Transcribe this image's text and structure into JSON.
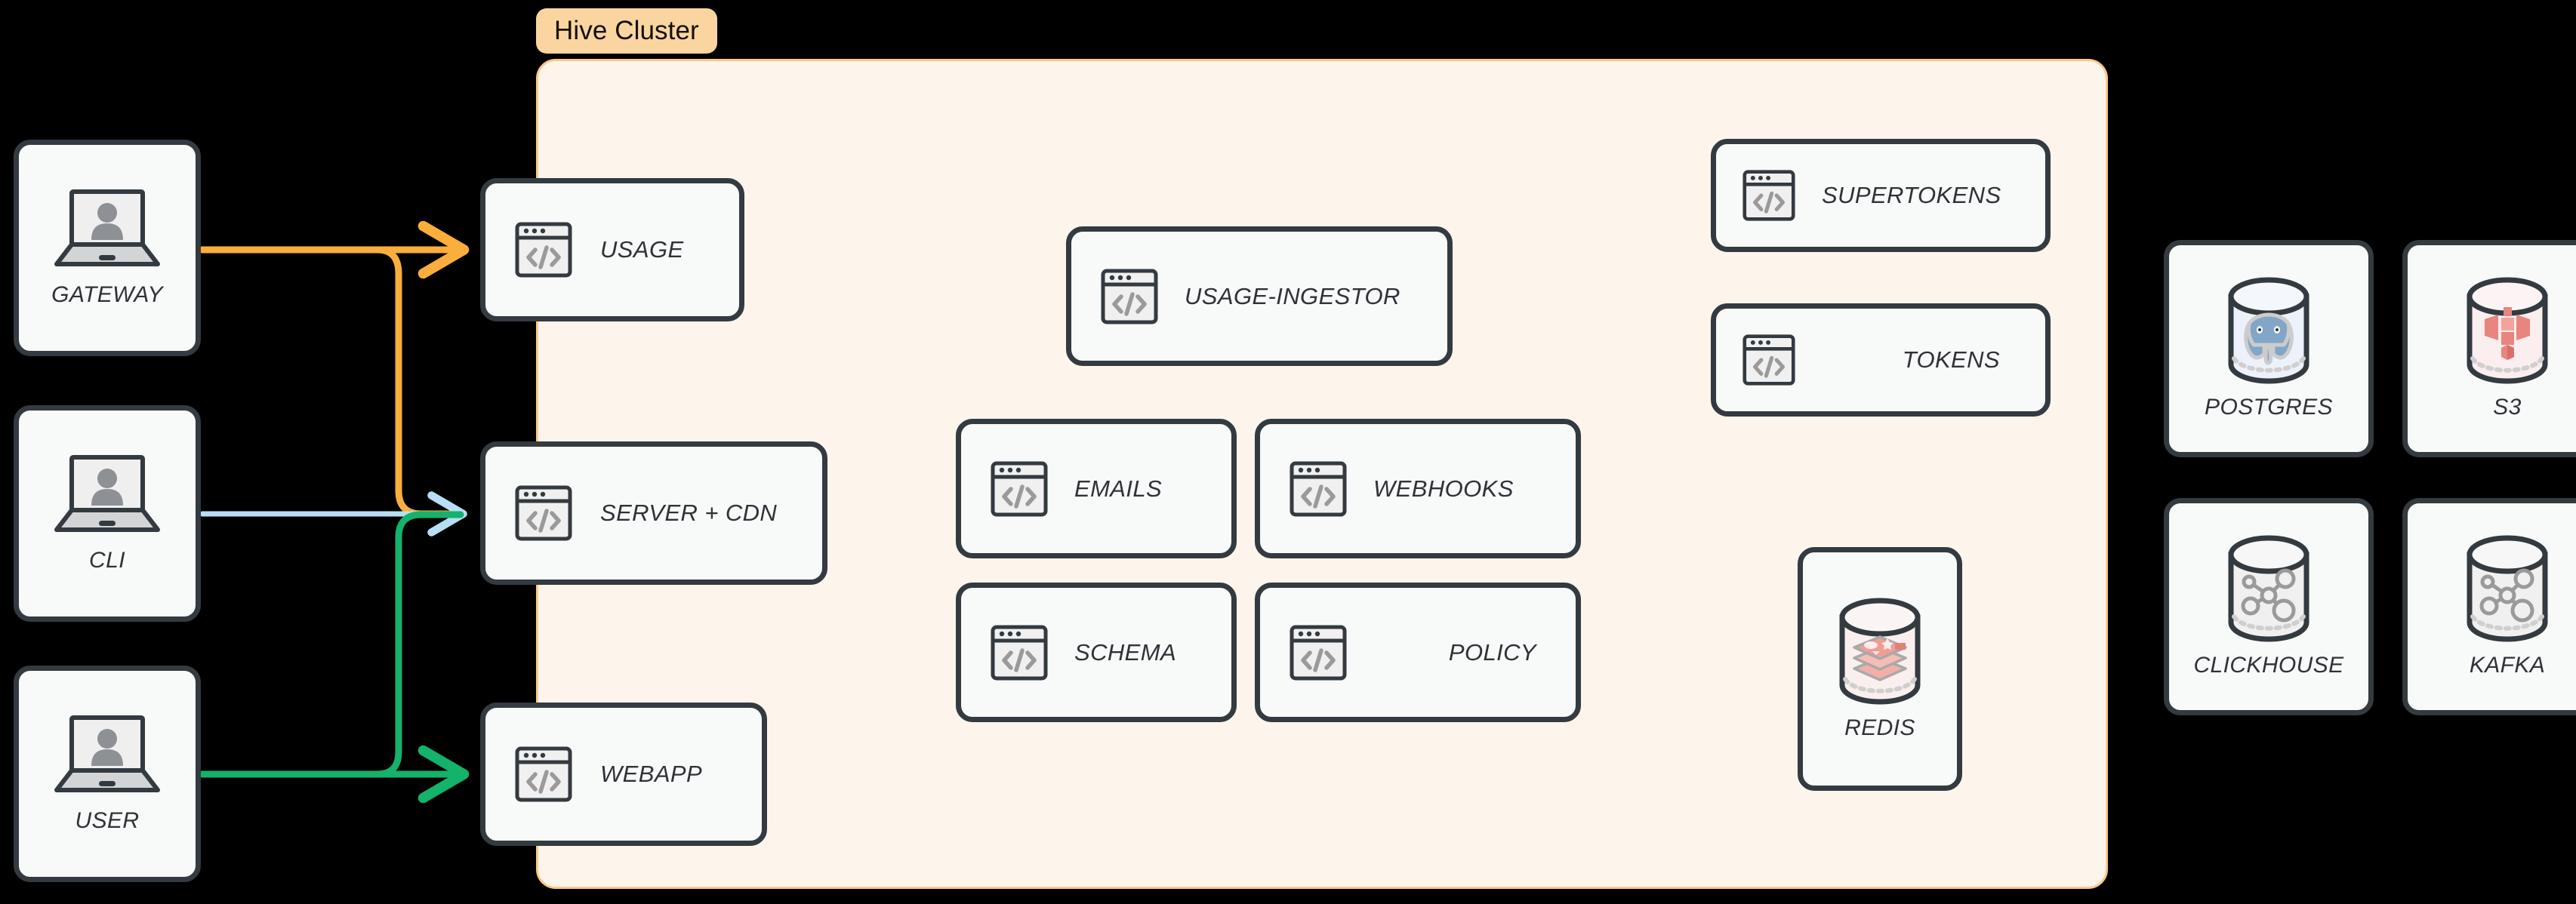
{
  "diagram": {
    "title": "Hive Cluster architecture",
    "background": "#000000"
  },
  "cluster": {
    "badge_label": "Hive Cluster",
    "badge_bg": "#FBD5A0",
    "fill": "#FDF4EC",
    "border": "#F9C98B"
  },
  "palette": {
    "orange": "#FBAE3C",
    "blue": "#B8DEF5",
    "green": "#14B26B",
    "node_border": "#333A40",
    "node_fill": "#F8F9F9",
    "icon_gray": "#9a9a9a",
    "postgres_blue": "#81A6C7",
    "s3_red": "#E8857E",
    "redis_red": "#EE9992"
  },
  "actors": [
    {
      "label": "GATEWAY",
      "icon": "laptop-user-icon"
    },
    {
      "label": "CLI",
      "icon": "laptop-user-icon"
    },
    {
      "label": "USER",
      "icon": "laptop-user-icon"
    }
  ],
  "edge_services": [
    {
      "label": "USAGE",
      "icon": "code-window-icon"
    },
    {
      "label": "SERVER + CDN",
      "icon": "code-window-icon"
    },
    {
      "label": "WEBAPP",
      "icon": "code-window-icon"
    }
  ],
  "cluster_services": [
    {
      "label": "USAGE-INGESTOR",
      "icon": "code-window-icon"
    },
    {
      "label": "EMAILS",
      "icon": "code-window-icon"
    },
    {
      "label": "WEBHOOKS",
      "icon": "code-window-icon"
    },
    {
      "label": "SCHEMA",
      "icon": "code-window-icon"
    },
    {
      "label": "POLICY",
      "icon": "code-window-icon"
    },
    {
      "label": "SUPERTOKENS",
      "icon": "code-window-icon"
    },
    {
      "label": "TOKENS",
      "icon": "code-window-icon"
    }
  ],
  "cluster_stores": [
    {
      "label": "REDIS",
      "icon": "redis-cylinder-icon"
    }
  ],
  "external_stores": [
    {
      "label": "POSTGRES",
      "icon": "postgres-cylinder-icon"
    },
    {
      "label": "S3",
      "icon": "s3-cylinder-icon"
    },
    {
      "label": "CLICKHOUSE",
      "icon": "generic-cylinder-icon"
    },
    {
      "label": "KAFKA",
      "icon": "generic-cylinder-icon"
    }
  ],
  "connections": [
    {
      "from": "GATEWAY",
      "to": "USAGE",
      "color": "#FBAE3C"
    },
    {
      "from": "GATEWAY",
      "to": "SERVER + CDN",
      "color": "#FBAE3C"
    },
    {
      "from": "CLI",
      "to": "SERVER + CDN",
      "color": "#B8DEF5"
    },
    {
      "from": "USER",
      "to": "SERVER + CDN",
      "color": "#14B26B"
    },
    {
      "from": "USER",
      "to": "WEBAPP",
      "color": "#14B26B"
    }
  ]
}
